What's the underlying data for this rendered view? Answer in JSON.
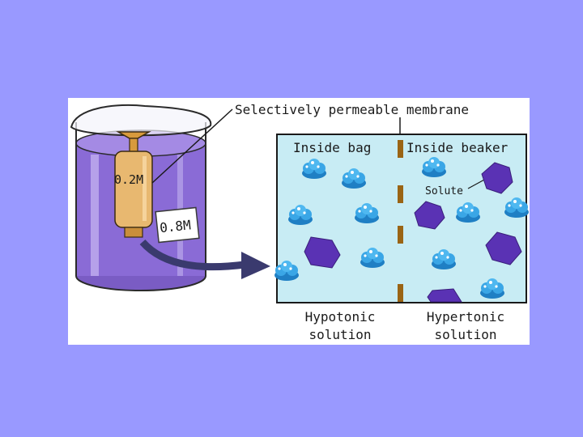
{
  "diagram": {
    "membrane_label": "Selectively permeable membrane",
    "bag_concentration": "0.2M",
    "beaker_concentration": "0.8M",
    "inside_bag_label": "Inside bag",
    "inside_beaker_label": "Inside beaker",
    "solute_label": "Solute",
    "left_caption_line1": "Hypotonic",
    "left_caption_line2": "solution",
    "right_caption_line1": "Hypertonic",
    "right_caption_line2": "solution"
  },
  "colors": {
    "background": "#9999ff",
    "solution_fill": "#8a6bd6",
    "zoom_fill": "#c8ecf4",
    "water_molecule": "#3aa6e6",
    "solute_hexagon": "#5a32b4",
    "membrane_dashes": "#9a6414",
    "bag": "#e8b870",
    "arrow": "#3a3a6e"
  },
  "icons": {
    "water": "water-molecule-icon",
    "solute": "solute-hexagon-icon"
  }
}
